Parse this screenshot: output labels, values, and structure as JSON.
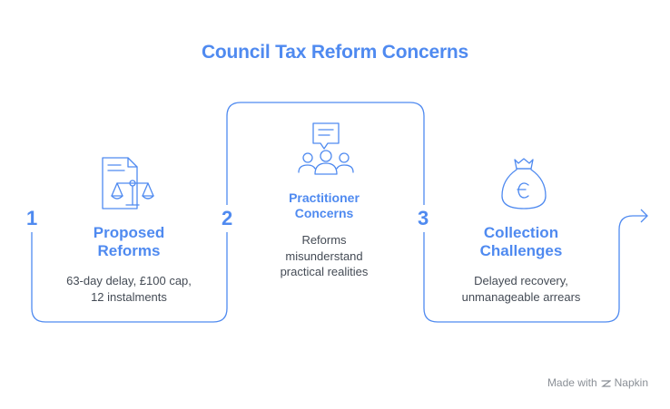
{
  "title": "Council Tax Reform Concerns",
  "steps": [
    {
      "number": "1",
      "heading_line1": "Proposed",
      "heading_line2": "Reforms",
      "desc_line1": "63-day delay, £100 cap,",
      "desc_line2": "12 instalments",
      "icon": "scales-document-icon"
    },
    {
      "number": "2",
      "heading_line1": "Practitioner",
      "heading_line2": "Concerns",
      "desc_line1": "Reforms",
      "desc_line2": "misunderstand",
      "desc_line3": "practical realities",
      "icon": "group-discussion-icon"
    },
    {
      "number": "3",
      "heading_line1": "Collection",
      "heading_line2": "Challenges",
      "desc_line1": "Delayed recovery,",
      "desc_line2": "unmanageable arrears",
      "icon": "money-bag-icon"
    }
  ],
  "branding": {
    "prefix": "Made with",
    "name": "Napkin"
  },
  "colors": {
    "accent": "#4f8af0",
    "text": "#444b55",
    "muted": "#8a8f96"
  }
}
